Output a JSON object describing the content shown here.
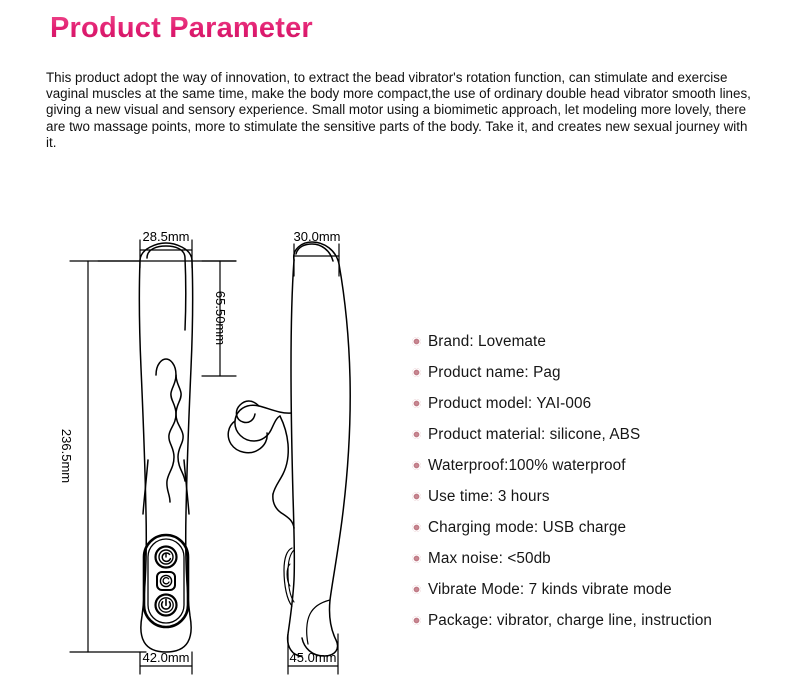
{
  "page": {
    "title": "Product Parameter",
    "title_color": "#e0197a",
    "background": "#ffffff",
    "intro": "This product adopt the way of innovation, to extract the bead vibrator's rotation function, can stimulate and exercise vaginal muscles at the same time, make the body more compact,the use of ordinary double head vibrator smooth lines, giving a new visual and sensory experience. Small motor using a biomimetic approach, let modeling more lovely, there are two massage points, more to stimulate the sensitive parts of the body. Take it, and creates new sexual journey with it."
  },
  "drawing": {
    "views": [
      {
        "name": "front-view",
        "label": "front view of vibrator with three control buttons"
      },
      {
        "name": "side-view",
        "label": "side profile view of vibrator with rabbit ear attachment"
      }
    ],
    "dimensions": {
      "front_top_width": "28.5mm",
      "front_head_height": "65.50mm",
      "total_length": "236.5mm",
      "front_base_width": "42.0mm",
      "side_top_width": "30.0mm",
      "side_base_width": "45.0mm"
    },
    "buttons": [
      {
        "name": "mode-button-top",
        "icon": "swirl-icon"
      },
      {
        "name": "mode-button-middle",
        "icon": "swirl-icon"
      },
      {
        "name": "power-button",
        "icon": "power-icon"
      }
    ]
  },
  "specs": {
    "bullet_color": "#c98a94",
    "items": [
      "Brand: Lovemate",
      "Product name: Pag",
      "Product model: YAI-006",
      "Product material: silicone, ABS",
      "Waterproof:100%  waterproof",
      "Use time: 3 hours",
      "Charging mode: USB charge",
      " Max noise: <50db",
      "Vibrate Mode: 7 kinds vibrate mode",
      "Package: vibrator, charge line, instruction"
    ]
  }
}
